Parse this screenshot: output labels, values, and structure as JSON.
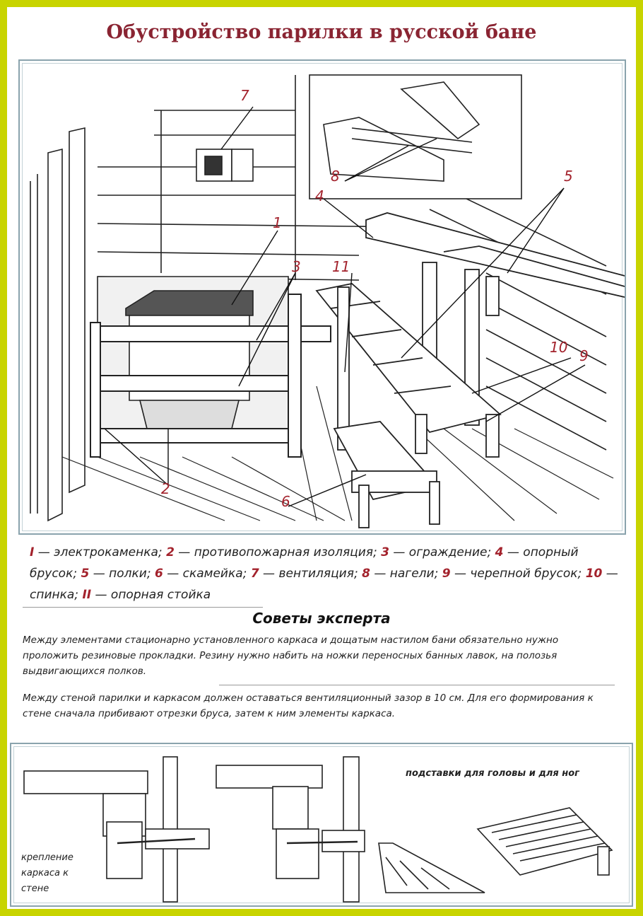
{
  "title": "Обустройство парилки в русской бане",
  "diagram": {
    "labels": [
      "1",
      "2",
      "3",
      "4",
      "5",
      "6",
      "7",
      "8",
      "9",
      "10",
      "11"
    ]
  },
  "legend": [
    {
      "num": "I",
      "text": " — электрокаменка; "
    },
    {
      "num": "2",
      "text": " — противопожарная изоляция; "
    },
    {
      "num": "3",
      "text": " — ограждение; "
    },
    {
      "num": "4",
      "text": " — опорный брусок; "
    },
    {
      "num": "5",
      "text": " — полки; "
    },
    {
      "num": "6",
      "text": " — скамейка; "
    },
    {
      "num": "7",
      "text": " — вентиляция; "
    },
    {
      "num": "8",
      "text": " — нагели; "
    },
    {
      "num": "9",
      "text": " — черепной брусок; "
    },
    {
      "num": "10",
      "text": " — спинка; "
    },
    {
      "num": "II",
      "text": " — опорная стойка"
    }
  ],
  "tips": {
    "title": "Советы эксперта",
    "paragraph1": "Между элементами стационарно установленного каркаса и дощатым настилом бани обязательно нужно проложить резиновые прокладки. Резину нужно набить на ножки переносных банных лавок, на полозья выдвигающихся полков.",
    "paragraph2": "Между стеной парилки и каркасом должен оставаться вентиляционный зазор в 10 см. Для его формирования к стене сначала прибивают отрезки бруса, затем к ним элементы каркаса."
  },
  "bottom": {
    "caption_mount": "крепление каркаса к стене",
    "caption_rests": "подставки для головы и для ног"
  },
  "colors": {
    "frame_outer": "#c8d400",
    "label_red": "#a3222c",
    "title": "#8a2432"
  }
}
